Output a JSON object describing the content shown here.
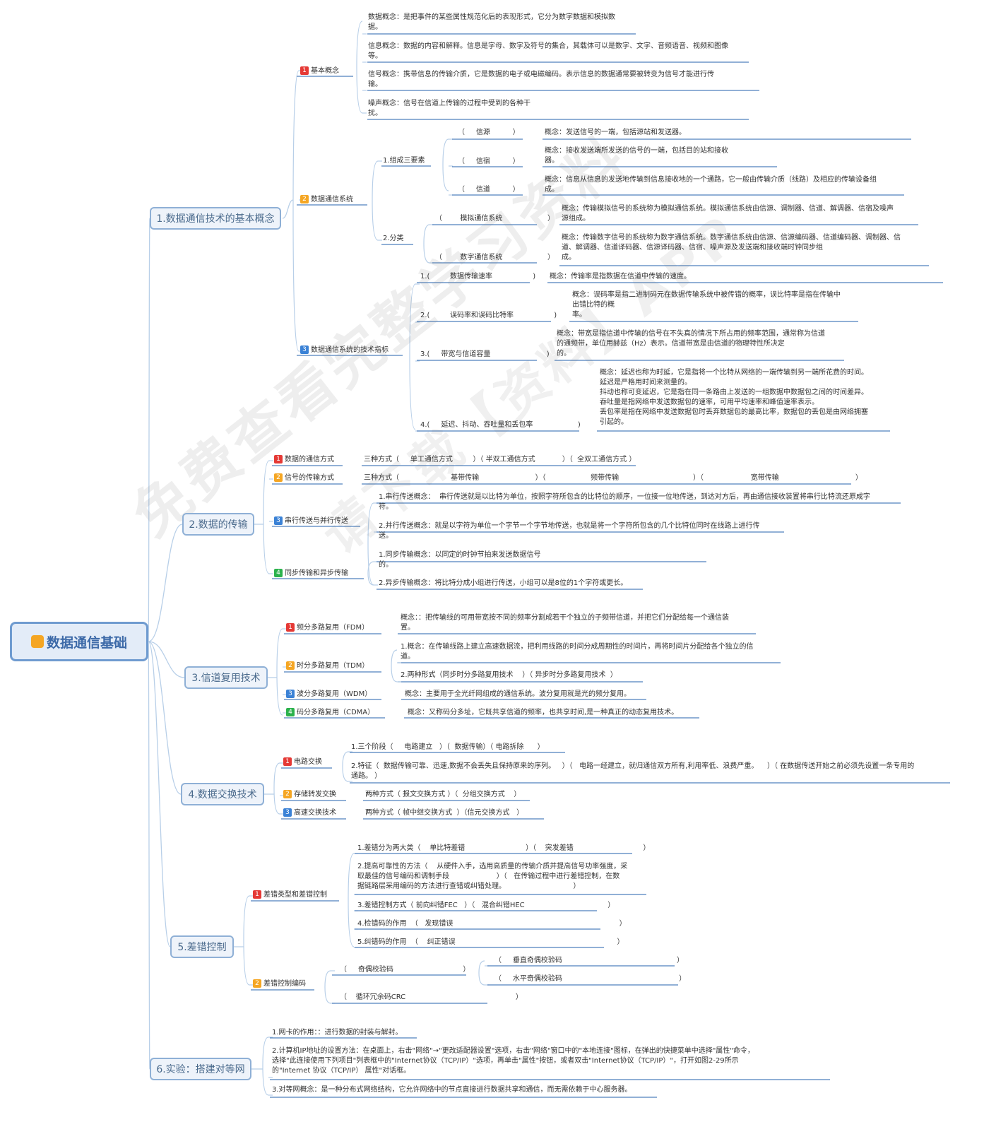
{
  "root": {
    "title": "数据通信基础"
  },
  "colors": {
    "line": "#b8cfe8",
    "underline": "#4f81bd",
    "badge1": "#e53935",
    "badge2": "#f5a623",
    "badge3": "#3b82d6",
    "badge4": "#2bb24c"
  },
  "watermark": {
    "line1": "免费查看完整学习资料",
    "line2": "请下载【资料】APP"
  },
  "mains": [
    {
      "label": "1.数据通信技术的基本概念"
    },
    {
      "label": "2.数据的传输"
    },
    {
      "label": "3.信道复用技术"
    },
    {
      "label": "4.数据交换技术"
    },
    {
      "label": "5.差错控制"
    },
    {
      "label": "6.实验：搭建对等网"
    }
  ],
  "s1": {
    "basic": "基本概念",
    "system": "数据通信系统",
    "metrics": "数据通信系统的技术指标",
    "data_concept": "数据概念：是把事件的某些属性规范化后的表现形式，它分为数字数据和模拟数\n据。",
    "info_concept": "信息概念：数据的内容和解释。信息是字母、数字及符号的集合，其载体可以是数字、文字、音频语音、视频和图像\n等。",
    "signal_concept": "信号概念：携带信息的传输介质，它是数据的电子或电磁编码。表示信息的数据通常要被转变为信号才能进行传\n输。",
    "noise_concept": "噪声概念：信号在信道上传输的过程中受到的各种干\n扰。",
    "three_elements": "1.组成三要素",
    "source": "（     信源          ）",
    "source_c": "概念：发送信号的一端，包括源站和发送器。",
    "sink": "（     信宿          ）",
    "sink_c": "概念：接收发送端所发送的信号的一端，包括目的站和接收\n器。",
    "channel": "（     信道          ）",
    "channel_c": "概念：信息从信息的发送地传输到信息接收地的一个通路，它一般由传输介质（线路）及相应的传输设备组\n成。",
    "classify": "2.分类",
    "analog": "（        模拟通信系统                    ）",
    "analog_c": "概念：传输模拟信号的系统称为模拟通信系统。模拟通信系统由信源、调制器、信道、解调器、信宿及噪声\n源组成。",
    "digital": "（        数字通信系统                    ）",
    "digital_c": "概念：传输数字信号的系统称为数字通信系统。数字通信系统由信源、信源编码器、信道编码器、调制器、信\n道、解调器、信道译码器、信源译码器、信宿、噪声源及发送端和接收端时钟同步组\n成。",
    "m1": "1.(         数据传输速率                  )",
    "m1_c": "概念：传输率是指数据在信道中传输的速度。",
    "m2": "2.(         误码率和误码比特率                  )",
    "m2_c": "概念：误码率是指二进制码元在数据传输系统中被传错的概率，误比特率是指在传输中\n出错比特的概\n率。",
    "m3": "3.(     带宽与信道容量                         )",
    "m3_c": "概念：带宽是指信道中传输的信号在不失真的情况下所占用的频率范围，通常称为信道\n的通频带，单位用赫兹（Hz）表示。信道带宽是由信道的物理特性所决定\n的。",
    "m4": "4.(     延迟、抖动、吞吐量和丢包率                    )",
    "m4_c": "概念：延迟也称为时延，它是指将一个比特从网络的一端传输到另一端所花费的时间。\n延迟是严格用时间来测量的。\n抖动也称可变延迟，它是指在同一条路由上发送的一组数据中数据包之间的时间差异。\n吞吐量是指网络中发送数据包的速率，可用平均速率和峰值速率表示。\n丢包率是指在网络中发送数据包时丢弃数据包的最高比率，数据包的丢包是由网络拥塞\n引起的。"
  },
  "s2": {
    "a": "数据的通信方式",
    "a_v": "三种方式（     单工通信方式         ）（ 半双工通信方式            ）（  全双工通信方式 ）",
    "b": "信号的传输方式",
    "b_v": "三种方式（                       基带传输                         ）（                    频带传输                                 ）（                     宽带传输                                  ）",
    "c": "串行传送与并行传送",
    "c1": "1.串行传送概念：  串行传送就是以比特为单位，按照字符所包含的比特位的顺序，一位接一位地传送，到达对方后，再由通信接收装置将串行比特流还原成字\n符。",
    "c2": "2.并行传送概念：就是以字符为单位一个字节一个字节地传送，也就是将一个字符所包含的几个比特位同时在线路上进行传\n送。",
    "d": "同步传输和异步传输",
    "d1": "1.同步传输概念：以同定的时钟节拍来发送数据信号\n的。",
    "d2": "2.异步传输概念：将比特分成小组进行传送，小组可以是8位的1个字符或更长。"
  },
  "s3": {
    "a": "频分多路复用（FDM）",
    "a_c": "概念：：把传输线的可用带宽按不同的频率分割成若干个独立的子频带信道，并把它们分配给每一个通信装\n置。",
    "b": "时分多路复用（TDM）",
    "b1": "1.概念：在传输线路上建立高速数据流，把利用线路的时间分成周期性的时间片，再将时间片分配给各个独立的信\n道。",
    "b2": "2.两种形式（同步时分多路复用技术    ）（ 异步时分多路复用技术  ）",
    "c": "波分多路复用（WDM）",
    "c_c": "概念：主要用于全光纤网组成的通信系统。波分复用就是光的频分复用。",
    "d": "码分多路复用（CDMA）",
    "d_c": "概念：又称码分多址，它既共享信道的频率，也共享时间,是一种真正的动态复用技术。"
  },
  "s4": {
    "a": "电路交换",
    "a1": "1.三个阶段（     电路建立   ）（  数据传输）（ 电路拆除      ）",
    "a2": "2.特征（  数据传输可靠、迅速,数据不会丢失且保持原来的序列。   ）（   电路一经建立，就归通信双方所有,利用率低、浪费严重。    ）（ 在数据传送开始之前必须先设置一条专用的\n通路。 ）",
    "b": "存储转发交换",
    "b_v": "两种方式（ 报文交换方式 ）（  分组交换方式    ）",
    "c": "高速交换技术",
    "c_v": "两种方式（ 帧中继交换方式  ）（信元交换方式   ）"
  },
  "s5": {
    "a": "差错类型和差错控制",
    "a1": "1.差错分为两大类（    单比特差错                           ）（    突发差错                               ）",
    "a2": "2.提高可靠性的方法（    从硬件入手，选用高质量的传输介质并提高信号功率强度，采\n取最佳的信号编码和调制手段                     ）（   在传输过程中进行差错控制，在数\n据链路层采用编码的方法进行查错或纠错处理。                              ）",
    "a3": "3.差错控制方式（ 前向纠错FEC   ）（   混合纠错HEC                                     ）",
    "a4": "4.检错码的作用  （   发现错误                                                                          ）",
    "a5": "5.纠错码的作用  （    纠正错误                                                                        ）",
    "b": "差错控制编码",
    "b1": "（     奇偶校验码                               ）",
    "b1a": "（     垂直奇偶校验码                                                   ）",
    "b1b": "（     水平奇偶校验码                                                    ）",
    "b2": "（    循环冗余码CRC                                                 ）"
  },
  "s6": {
    "a": "1.网卡的作用：：进行数据的封装与解封。",
    "b": "2.计算机IP地址的设置方法：在桌面上，右击\"网络\"→\"更改适配器设置\"选项，右击\"网络\"窗口中的\"本地连接\"图标，在弹出的快捷菜单中选择\"属性\"命令，\n选择\"此连接使用下列项目\"列表框中的\"Internet协议（TCP/IP）\"选项，再单击\"属性\"按钮，或者双击\"Internet协议（TCP/IP）\"，打开如图2-29所示\n的\"Internet 协议（TCP/IP） 属性\"对话框。",
    "c": "3.对等网概念：是一种分布式网络结构，它允许网络中的节点直接进行数据共享和通信，而无需依赖于中心服务器。"
  }
}
